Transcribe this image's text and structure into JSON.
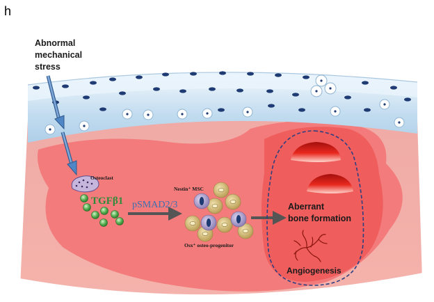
{
  "panel_label": "h",
  "stress_label": [
    "Abnormal",
    "mechanical",
    "stress"
  ],
  "osteoclast_label": "Osteoclast",
  "tgf_label": "TGFβ1",
  "psmad_label": "pSMAD2/3",
  "nestin_label": "Nestin⁺ MSC",
  "osx_label": "Osx⁺ osteo-progenitor",
  "aberrant_label": [
    "Aberrant",
    "bone formation"
  ],
  "angiogenesis_label": "Angiogenesis",
  "colors": {
    "cartilage_light": "#e6f2fb",
    "cartilage_blue": "#b7d3ea",
    "bone_outer": "#f0a7a2",
    "bone_inner": "#f37a7a",
    "lesion": "#ef5a5a",
    "bone_spot": "#e6211b",
    "cell_nucleus": "#1f3b73",
    "arrow_blue": "#4f86c6",
    "arrow_gray": "#595959",
    "tgf_green": "#2e8b3a",
    "psmad_blue": "#3f6fb0",
    "cell_gold": "#c9b36a",
    "cell_purple": "#8f7fb4"
  }
}
